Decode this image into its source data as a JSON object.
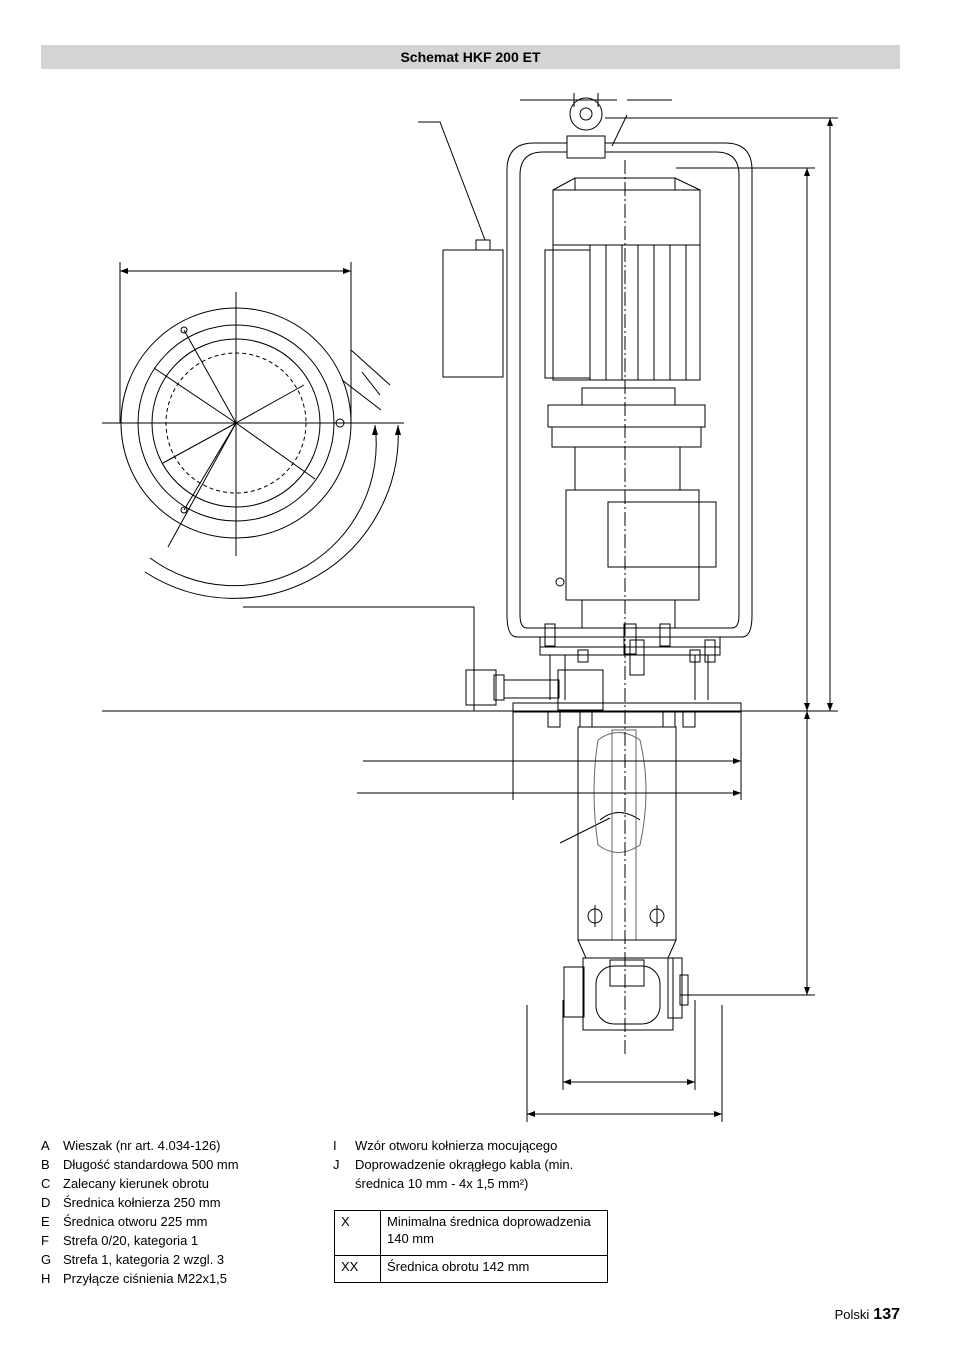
{
  "header": {
    "title": "Schemat HKF 200 ET"
  },
  "legend_left": [
    {
      "key": "A",
      "text": "Wieszak (nr art. 4.034-126)"
    },
    {
      "key": "B",
      "text": "Długość standardowa 500 mm"
    },
    {
      "key": "C",
      "text": "Zalecany kierunek obrotu"
    },
    {
      "key": "D",
      "text": "Średnica kołnierza 250 mm"
    },
    {
      "key": "E",
      "text": "Średnica otworu 225 mm"
    },
    {
      "key": "F",
      "text": "Strefa 0/20, kategoria 1"
    },
    {
      "key": "G",
      "text": "Strefa 1, kategoria 2 wzgl. 3"
    },
    {
      "key": "H",
      "text": "Przyłącze ciśnienia M22x1,5"
    }
  ],
  "legend_right": [
    {
      "key": "I",
      "text": "Wzór otworu kołnierza mocującego"
    },
    {
      "key": "J",
      "text": "Doprowadzenie okrągłego kabla (min. średnica 10 mm - 4x 1,5 mm²)"
    }
  ],
  "table": [
    {
      "key": "X",
      "text": "Minimalna średnica doprowadzenia 140 mm"
    },
    {
      "key": "XX",
      "text": "Średnica obrotu 142 mm"
    }
  ],
  "footer": {
    "language": "Polski",
    "page": "137"
  }
}
